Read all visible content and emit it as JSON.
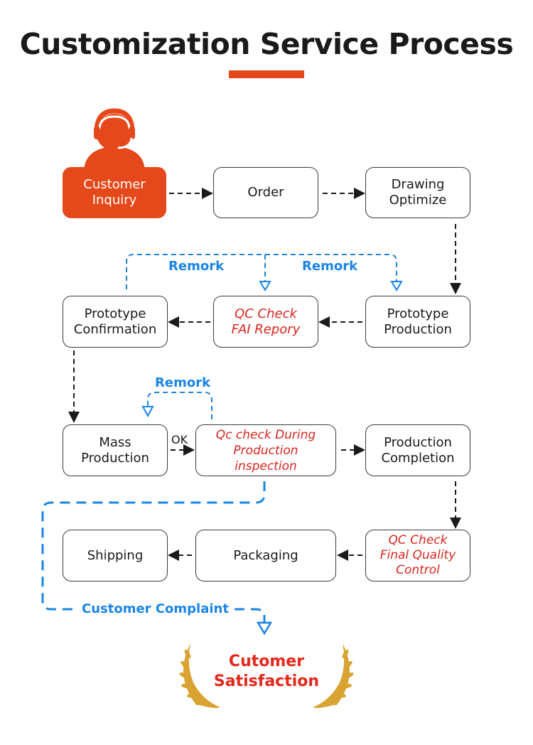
{
  "header": {
    "title": "Customization Service Process",
    "accent_color": "#e5481a"
  },
  "nodes": {
    "customer_inquiry": {
      "line1": "Customer",
      "line2": "Inquiry"
    },
    "order": {
      "line1": "Order"
    },
    "drawing_optimize": {
      "line1": "Drawing",
      "line2": "Optimize"
    },
    "prototype_production": {
      "line1": "Prototype",
      "line2": "Production"
    },
    "qc_fai": {
      "line1": "QC Check",
      "line2": "FAI Repory"
    },
    "prototype_confirmation": {
      "line1": "Prototype",
      "line2": "Confirmation"
    },
    "mass_production": {
      "line1": "Mass",
      "line2": "Production"
    },
    "qc_during": {
      "line1": "Qc check During",
      "line2": "Production",
      "line3": "inspection"
    },
    "production_completion": {
      "line1": "Production",
      "line2": "Completion"
    },
    "qc_final": {
      "line1": "QC Check",
      "line2": "Final Quality",
      "line3": "Control"
    },
    "packaging": {
      "line1": "Packaging"
    },
    "shipping": {
      "line1": "Shipping"
    },
    "satisfaction": {
      "line1": "Cutomer",
      "line2": "Satisfaction"
    }
  },
  "labels": {
    "remork_1": "Remork",
    "remork_2": "Remork",
    "remork_3": "Remork",
    "ok": "OK",
    "complaint": "Customer Complaint"
  },
  "colors": {
    "flow_arrow": "#1a1a1a",
    "feedback_arrow": "#1a85e6",
    "qc_text": "#d9251d",
    "satisfaction_text": "#e4271b",
    "laurel": "#d9a332"
  },
  "icons": {
    "customer_service": "headset-agent-icon",
    "laurel": "laurel-wreath-icon"
  }
}
